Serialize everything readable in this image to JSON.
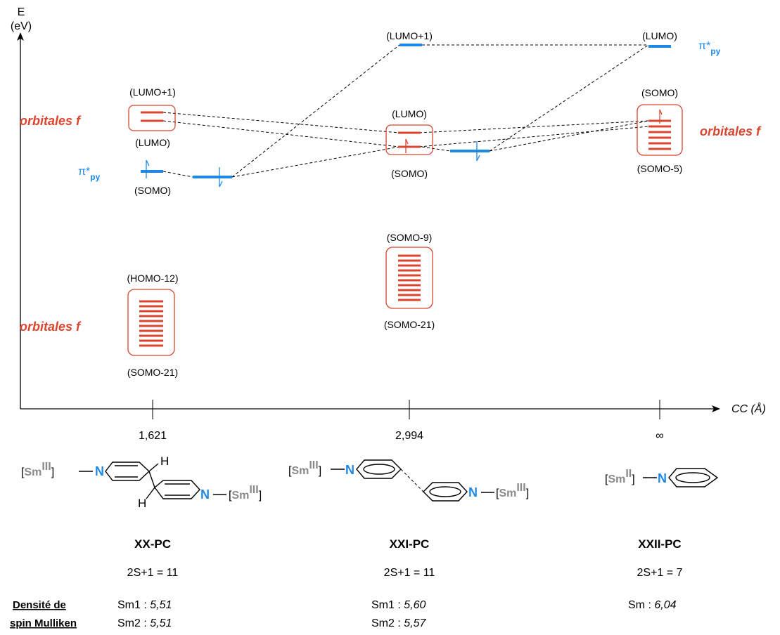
{
  "axes": {
    "y_label_line1": "E",
    "y_label_line2": "(eV)",
    "x_label": "CC (Å)",
    "ticks": [
      "1,621",
      "2,994",
      "∞"
    ]
  },
  "labels": {
    "f_orbitals": "orbitales f",
    "pi_py": "π*",
    "pi_py_sub": "py"
  },
  "orbital_labels": {
    "c1_lumo1": "(LUMO+1)",
    "c1_lumo": "(LUMO)",
    "c1_somo": "(SOMO)",
    "c1_homo12": "(HOMO-12)",
    "c1_somo21": "(SOMO-21)",
    "c2_lumo1": "(LUMO+1)",
    "c2_lumo": "(LUMO)",
    "c2_somo": "(SOMO)",
    "c2_somo9": "(SOMO-9)",
    "c2_somo21": "(SOMO-21)",
    "c3_lumo": "(LUMO)",
    "c3_somo": "(SOMO)",
    "c3_somo5": "(SOMO-5)"
  },
  "structures": {
    "sm3_open": "[",
    "sm3": "Sm",
    "sm3_sup": "III",
    "sm_close": "]",
    "sm2": "Sm",
    "sm2_sup": "II",
    "n": "N",
    "h": "H"
  },
  "compounds": [
    {
      "name": "XX-PC",
      "multiplicity": "2S+1 = 11",
      "density": [
        {
          "label": "Sm1 : ",
          "value": "5,51"
        },
        {
          "label": "Sm2 : ",
          "value": "5,51"
        }
      ]
    },
    {
      "name": "XXI-PC",
      "multiplicity": "2S+1 = 11",
      "density": [
        {
          "label": "Sm1 : ",
          "value": "5,60"
        },
        {
          "label": "Sm2 : ",
          "value": "5,57"
        }
      ]
    },
    {
      "name": "XXII-PC",
      "multiplicity": "2S+1 = 7",
      "density": [
        {
          "label": "Sm : ",
          "value": "6,04"
        }
      ]
    }
  ],
  "density_header": {
    "line1a": "Densité",
    "line1b": "de",
    "line2a": "spin",
    "line2b": "Mulliken"
  },
  "colors": {
    "f_orbital": "#d9452f",
    "pi_orbital": "#1e88e5",
    "sm_label": "#8a8a8a"
  }
}
